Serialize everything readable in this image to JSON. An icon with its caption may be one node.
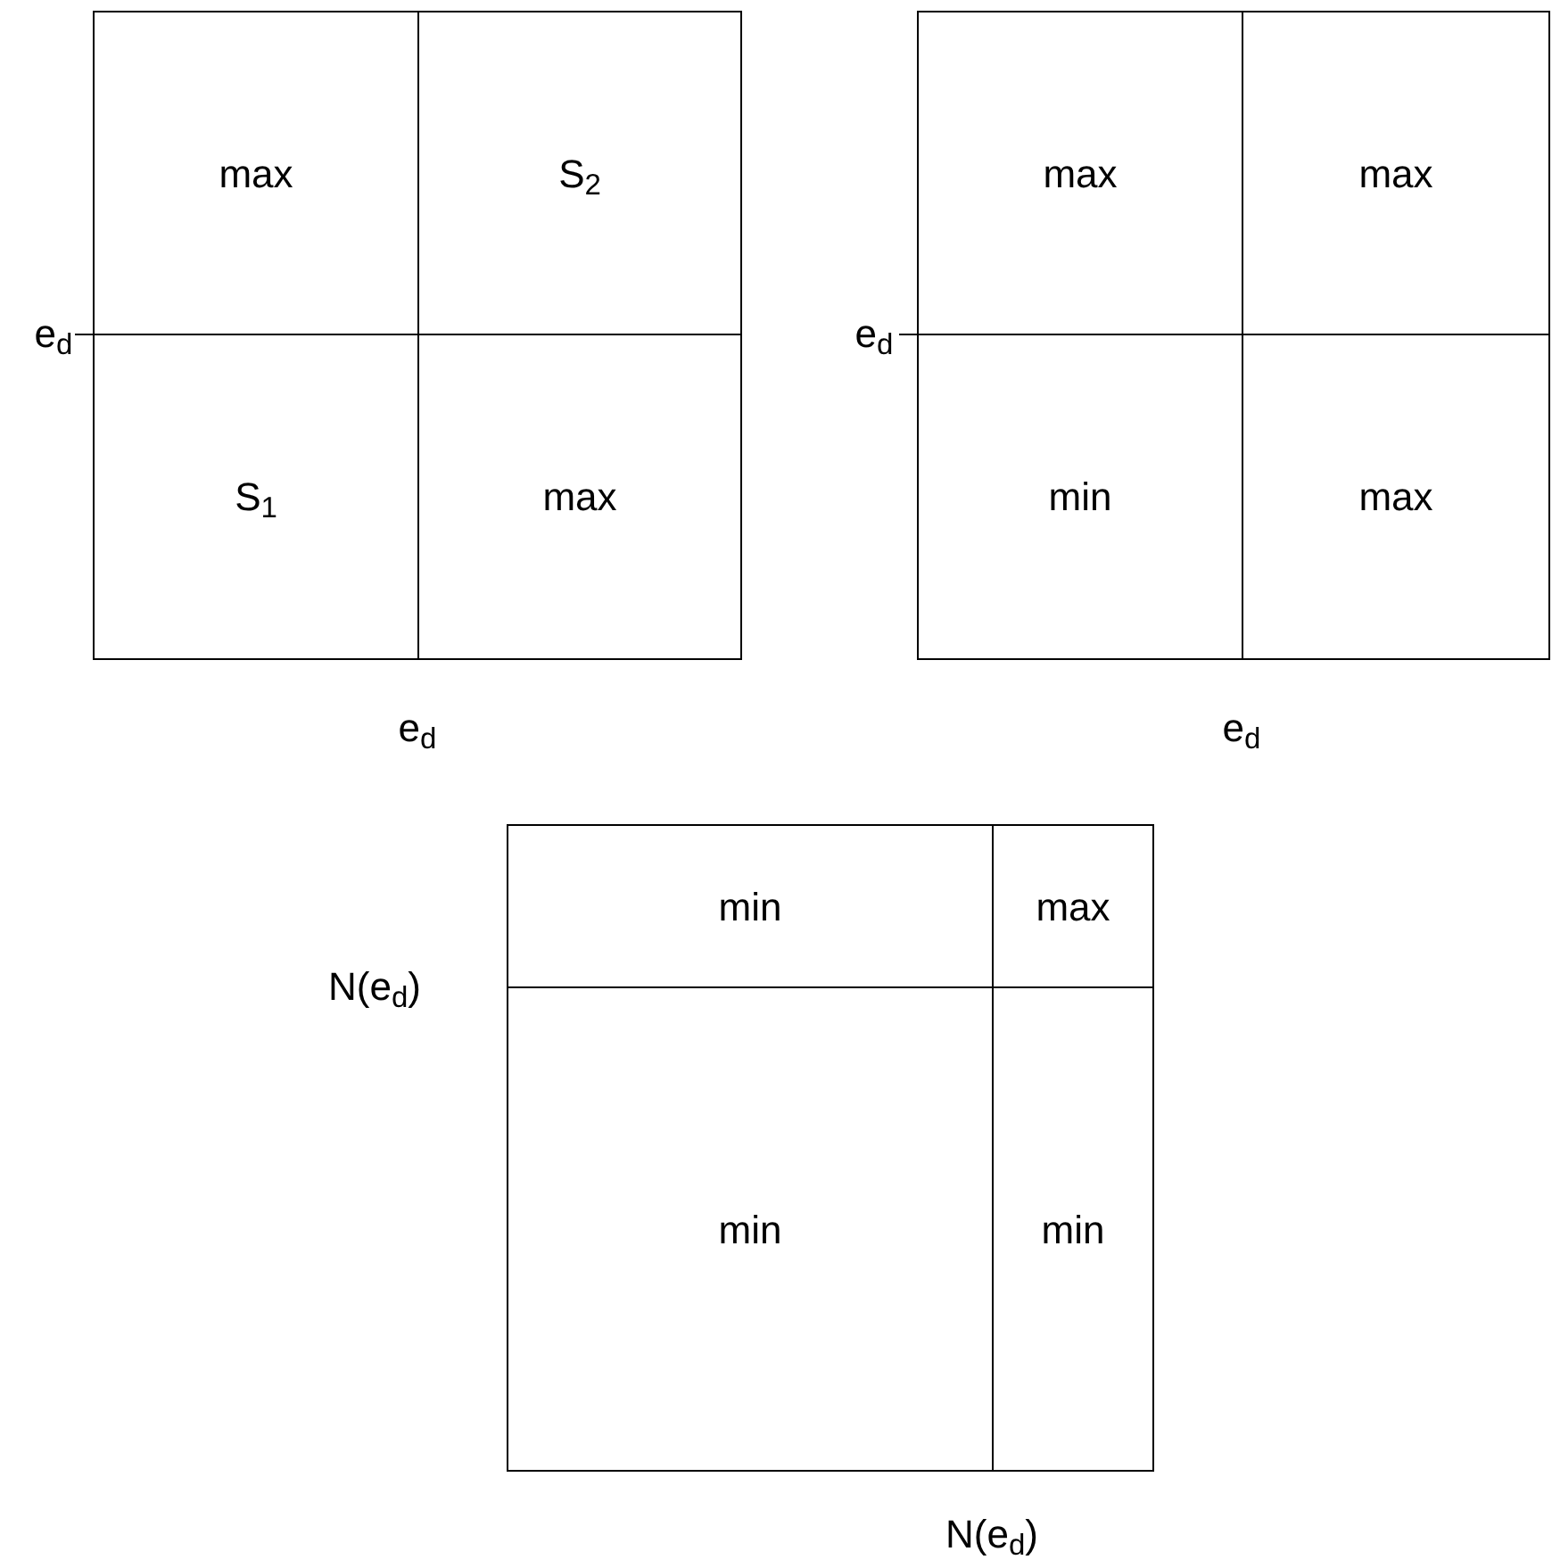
{
  "diagram": {
    "nodes": [
      {
        "text": [],
        "shape": "box"
      },
      {
        "text": [
          "max"
        ],
        "in": 0
      },
      {
        "text": [
          "S$_{2}$"
        ],
        "in": 0
      },
      {
        "text": [
          "S$_{1}$"
        ],
        "in": 0
      },
      {
        "text": [
          "max"
        ],
        "in": 0
      },
      {
        "text": [],
        "shape": "box"
      },
      {
        "text": [
          "max"
        ],
        "in": 5
      },
      {
        "text": [
          "max"
        ],
        "in": 5
      },
      {
        "text": [
          "min"
        ],
        "in": 5
      },
      {
        "text": [
          "max"
        ],
        "in": 5
      },
      {
        "text": [],
        "shape": "box"
      },
      {
        "text": [
          "min"
        ],
        "in": 10
      },
      {
        "text": [
          "max"
        ],
        "in": 10
      },
      {
        "text": [
          "min"
        ],
        "in": 10
      },
      {
        "text": [
          "min"
        ],
        "in": 10
      }
    ],
    "labels": [
      "e$_{d}$",
      "e$_{d}$",
      "e$_{d}$",
      "e$_{d}$",
      "N(e$_{d}$)",
      "N(e$_{d}$)"
    ]
  }
}
